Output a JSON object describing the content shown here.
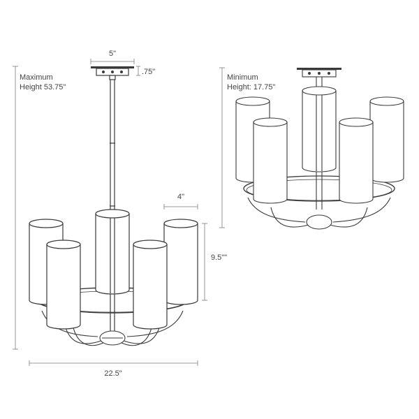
{
  "labels": {
    "canopy_width": "5\"",
    "canopy_height": ".75\"",
    "max_height_label": "Maximum",
    "max_height_value": "Height 53.75\"",
    "shade_width": "4\"",
    "shade_height": "9.5\"\"",
    "overall_width": "22.5\"",
    "min_height_label": "Minimum",
    "min_height_value": "Height: 17.75\""
  },
  "colors": {
    "line": "#3a3a3a",
    "dimension": "#7a7a7a",
    "text": "#444444"
  }
}
